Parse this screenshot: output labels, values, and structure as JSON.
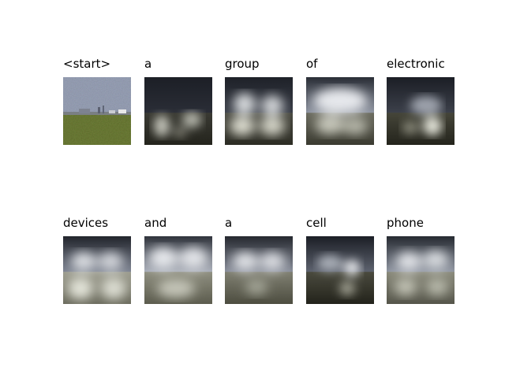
{
  "words": [
    "<start>",
    "a",
    "group",
    "of",
    "electronic",
    "devices",
    "and",
    "a",
    "cell",
    "phone"
  ],
  "colors": {
    "sky_dark": "#1f2229",
    "ground_dark": "#2b2a22",
    "attention_high": "#e8eae4",
    "grass": "#5a6b2e",
    "sky_photo": "#8f97a8"
  }
}
